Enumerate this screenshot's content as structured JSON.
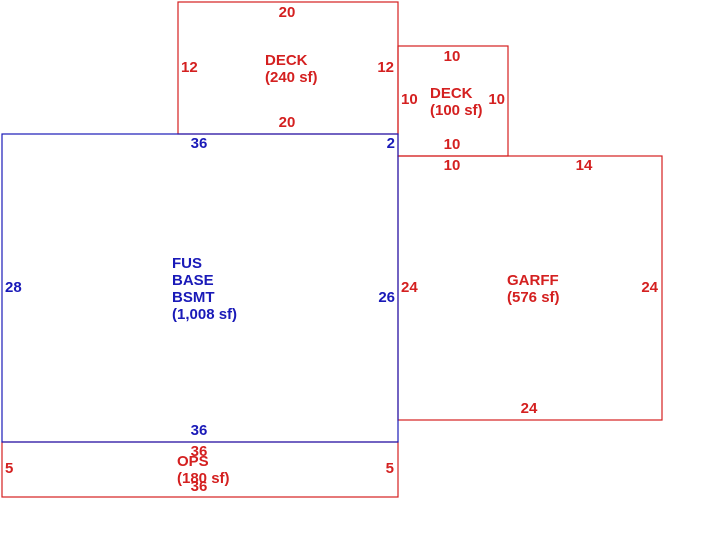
{
  "colors": {
    "red": "#d42020",
    "blue": "#1a1ab8"
  },
  "deck_top": {
    "name": "DECK",
    "area": "(240 sf)",
    "top": "20",
    "left": "12",
    "right": "12",
    "bottom": "20"
  },
  "deck_small": {
    "name": "DECK",
    "area": "(100 sf)",
    "top": "10",
    "left": "10",
    "right": "10",
    "bottom": "10"
  },
  "basement": {
    "line1": "FUS",
    "line2": "BASE",
    "line3": "BSMT",
    "area": "(1,008 sf)",
    "top": "36",
    "top_right": "2",
    "left": "28",
    "right": "26",
    "bottom": "36"
  },
  "garage": {
    "name": "GARFF",
    "area": "(576 sf)",
    "top_left": "10",
    "top_right": "14",
    "left": "24",
    "right": "24",
    "bottom": "24"
  },
  "ops": {
    "name": "OPS",
    "area": "(180 sf)",
    "top": "36",
    "left": "5",
    "right": "5",
    "bottom": "36"
  }
}
